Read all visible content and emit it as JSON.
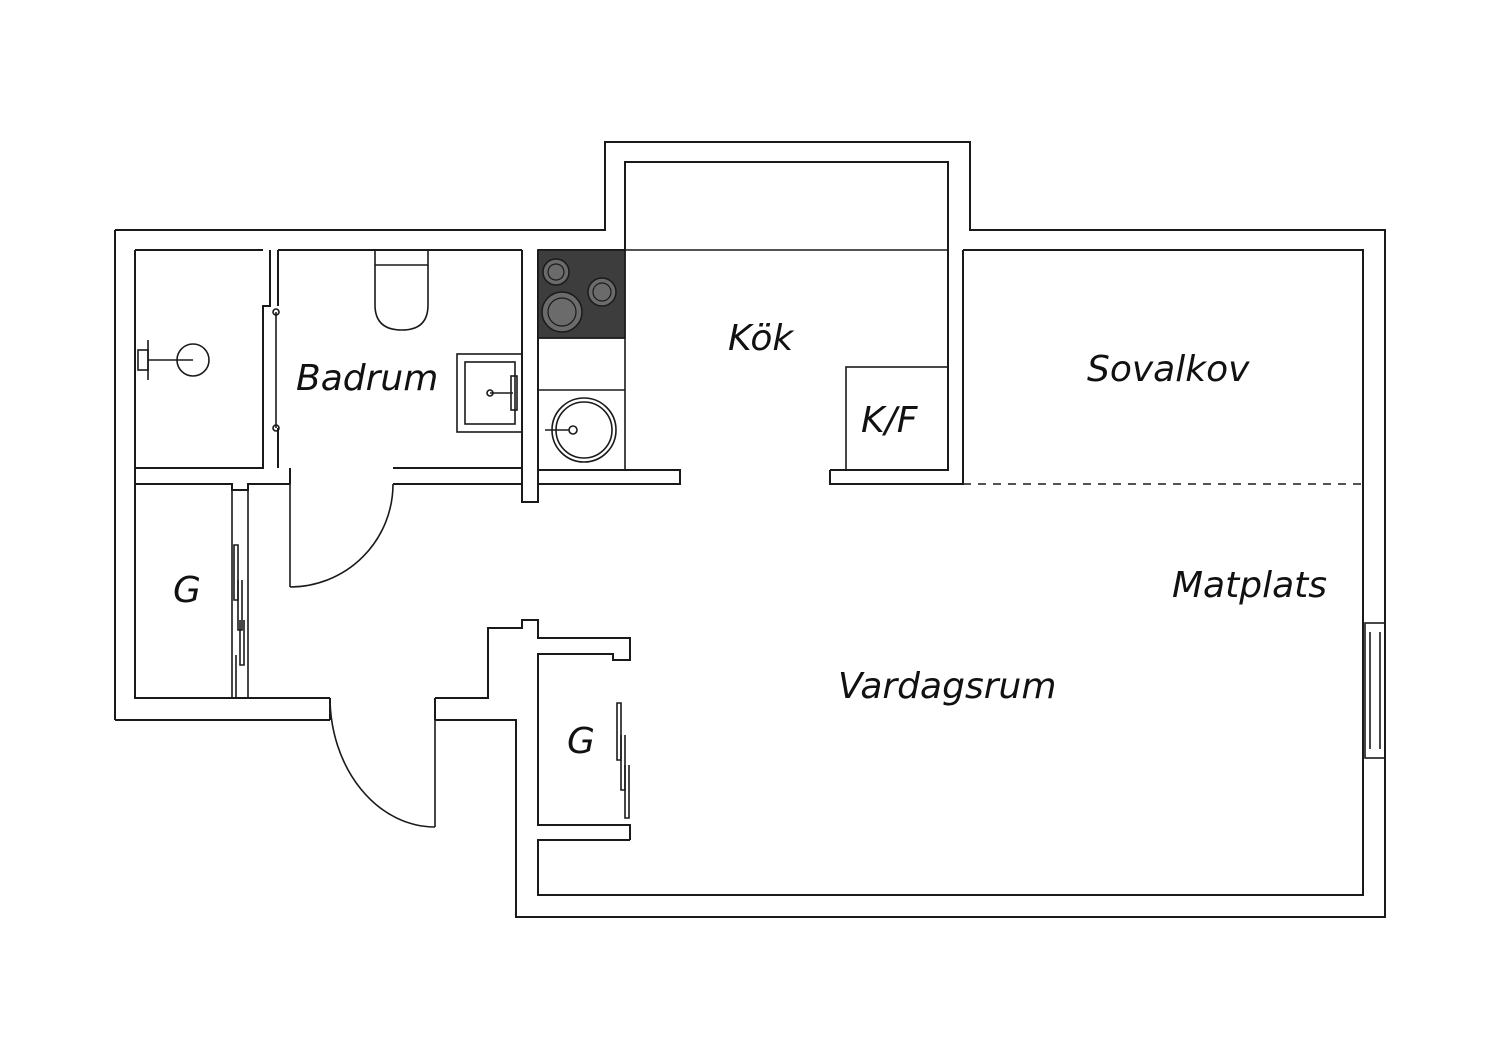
{
  "rooms": {
    "badrum": "Badrum",
    "kok": "Kök",
    "kf": "K/F",
    "sovalkov": "Sovalkov",
    "matplats": "Matplats",
    "vardagsrum": "Vardagsrum",
    "garderob_1": "G",
    "garderob_2": "G"
  },
  "colors": {
    "wall": "#1a1a1a",
    "stove_top": "#3d3d3d",
    "stove_ring": "#6b6b6b",
    "background": "#ffffff"
  },
  "icons": [
    "shower-icon",
    "toilet-icon",
    "bathroom-sink-icon",
    "stove-icon",
    "kitchen-sink-icon",
    "fridge-freezer-icon",
    "window-icon",
    "door-swing-icon"
  ]
}
